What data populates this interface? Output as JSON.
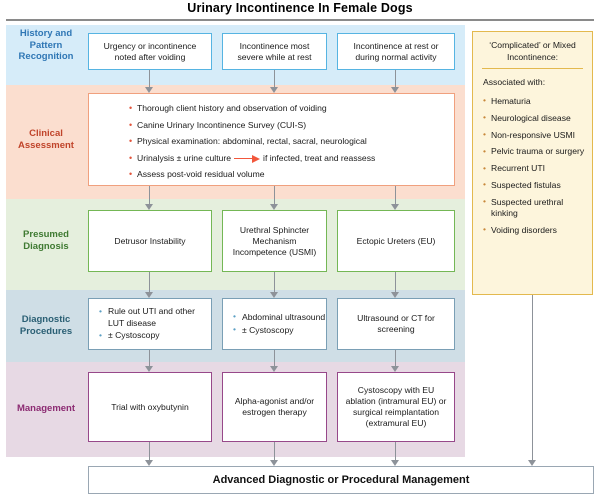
{
  "title": "Urinary Incontinence In Female Dogs",
  "bands": [
    {
      "id": "history",
      "label": "History and Pattern Recognition",
      "color": "#d6ecf9",
      "text_color": "#2f77b5"
    },
    {
      "id": "clinical",
      "label": "Clinical Assessment",
      "color": "#fbdecf",
      "text_color": "#c0442a"
    },
    {
      "id": "presumed",
      "label": "Presumed Diagnosis",
      "color": "#e5efdd",
      "text_color": "#3f7a32"
    },
    {
      "id": "diagnostic",
      "label": "Diagnostic Procedures",
      "color": "#cfdee6",
      "text_color": "#2a5f74"
    },
    {
      "id": "management",
      "label": "Management",
      "color": "#e7d9e4",
      "text_color": "#8c2b72"
    }
  ],
  "history_row": [
    {
      "text": "Urgency or incontinence noted after voiding"
    },
    {
      "text": "Incontinence most severe while at rest"
    },
    {
      "text": "Incontinence at rest or during normal activity"
    }
  ],
  "clinical_assessment": {
    "items": [
      {
        "text": "Thorough client history and observation of voiding"
      },
      {
        "text": "Canine Urinary Incontinence Survey (CUI-S)"
      },
      {
        "text": "Physical examination: abdominal, rectal, sacral, neurological"
      },
      {
        "text": "Urinalysis ± urine culture",
        "arrow": true,
        "after_arrow": "if infected, treat and reassess"
      },
      {
        "text": "Assess post-void residual volume"
      }
    ]
  },
  "presumed_diagnosis": [
    {
      "text": "Detrusor Instability"
    },
    {
      "text": "Urethral Sphincter Mechanism Incompetence (USMI)"
    },
    {
      "text": "Ectopic Ureters (EU)"
    }
  ],
  "diagnostic_procedures": [
    {
      "bullets": [
        "Rule out UTI and other LUT disease",
        "± Cystoscopy"
      ]
    },
    {
      "bullets": [
        "Abdominal ultrasound",
        "± Cystoscopy"
      ]
    },
    {
      "text": "Ultrasound or CT for screening"
    }
  ],
  "management": [
    {
      "text": "Trial with oxybutynin"
    },
    {
      "text": "Alpha-agonist and/or estrogen therapy"
    },
    {
      "text": "Cystoscopy with EU ablation (intramural EU) or surgical reimplantation (extramural EU)"
    }
  ],
  "side_panel": {
    "title": "‘Complicated’ or Mixed Incontinence:",
    "subtitle": "Associated with:",
    "items": [
      "Hematuria",
      "Neurological disease",
      "Non-responsive USMI",
      "Pelvic trauma or surgery",
      "Recurrent UTI",
      "Suspected fistulas",
      "Suspected urethral kinking",
      "Voiding disorders"
    ],
    "border_color": "#e3b94e",
    "fill_color": "#fdf5dc"
  },
  "bottom_bar": {
    "label": "Advanced Diagnostic or Procedural Management"
  },
  "colors": {
    "arrow": "#8d9299",
    "inline_arrow": "#f2573c",
    "history_border": "#56b4e2",
    "clinical_border": "#f0a07e",
    "presumed_border": "#74b755",
    "diagnostic_border": "#7a9fb5",
    "management_border": "#97488a",
    "bottom_border": "#9aa7b3",
    "title_rule": "#8a8a8a"
  }
}
